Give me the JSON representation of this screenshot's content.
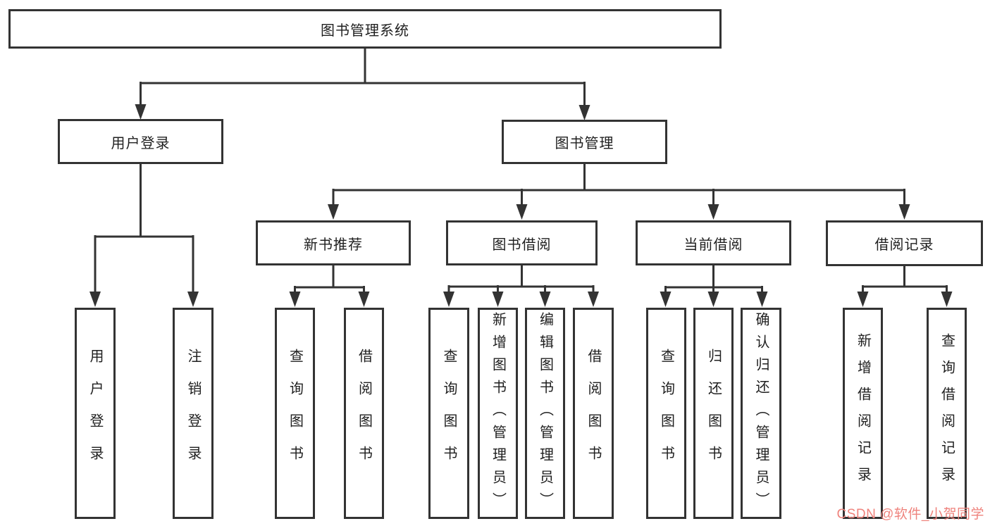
{
  "page": {
    "background_color": "#ffffff",
    "line_color": "#333333",
    "text_color": "#1f1f1f"
  },
  "tree": {
    "root": "图书管理系统",
    "branches": [
      {
        "label": "用户登录",
        "children": [
          "用户登录",
          "注销登录"
        ]
      },
      {
        "label": "图书管理",
        "sections": [
          {
            "label": "新书推荐",
            "children": [
              "查询图书",
              "借阅图书"
            ]
          },
          {
            "label": "图书借阅",
            "children": [
              "查询图书",
              "新增图书（管理员）",
              "编辑图书（管理员）",
              "借阅图书"
            ]
          },
          {
            "label": "当前借阅",
            "children": [
              "查询图书",
              "归还图书",
              "确认归还（管理员）"
            ]
          },
          {
            "label": "借阅记录",
            "children": [
              "新增借阅记录",
              "查询借阅记录"
            ]
          }
        ]
      }
    ]
  },
  "watermark": {
    "text": "CSDN @软件_小贺同学",
    "color": "#ef837d"
  }
}
